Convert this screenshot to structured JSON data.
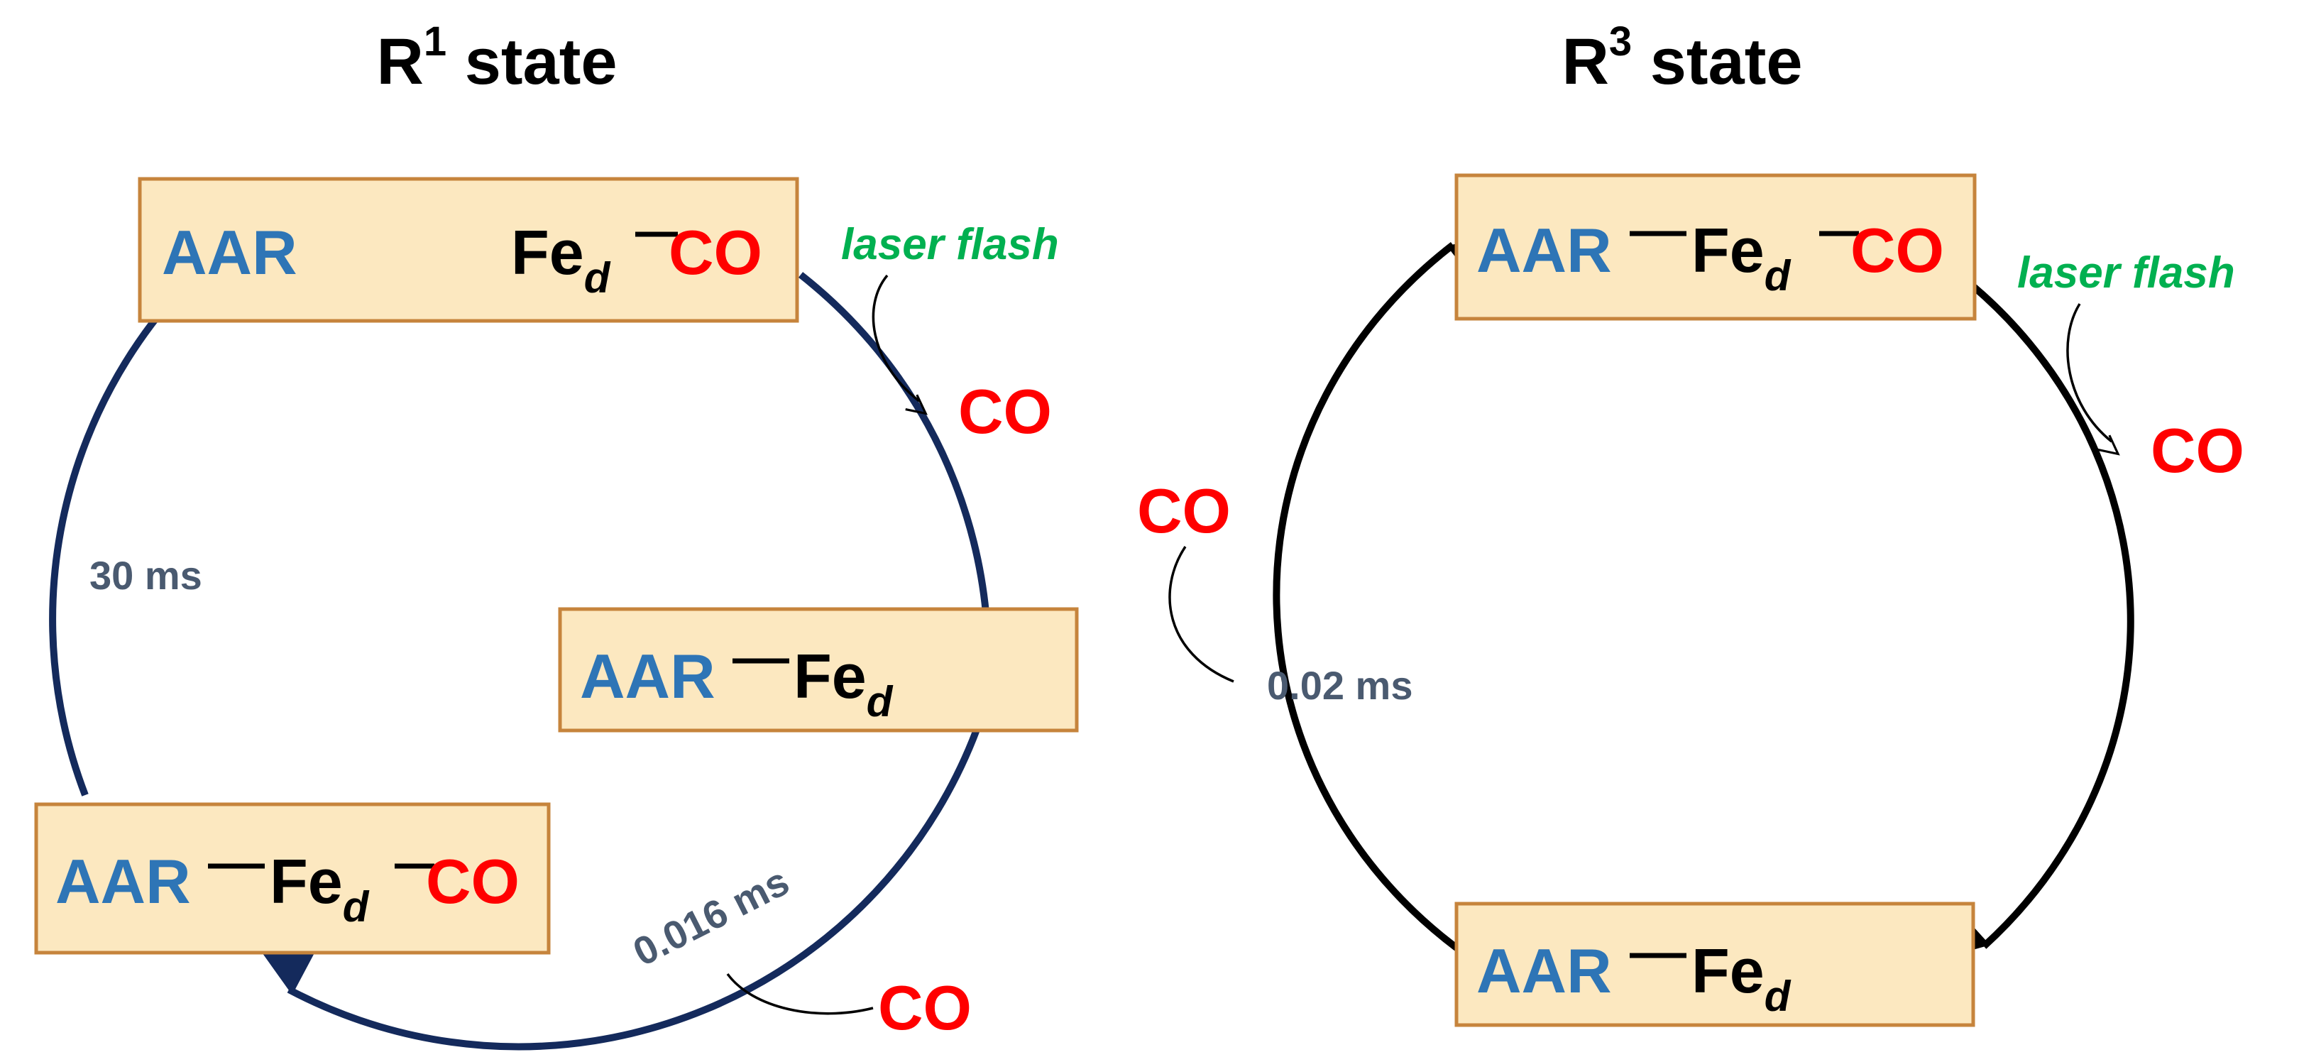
{
  "colors": {
    "aar": "#2e75b6",
    "co": "#ff0000",
    "laser": "#00b050",
    "rate": "#4a5a70",
    "cycle_left": "#142a5c",
    "cycle_right": "#000000",
    "box_fill": "#fce8c0",
    "box_stroke": "#c6843c"
  },
  "diagrams": [
    {
      "title_main": "R",
      "title_sup": "1",
      "title_rest": " state",
      "states": [
        {
          "aar": "AAR",
          "fe": "Fe",
          "fe_sub": "d",
          "co": "CO"
        },
        {
          "aar": "AAR",
          "fe": "Fe",
          "fe_sub": "d"
        },
        {
          "aar": "AAR",
          "fe": "Fe",
          "fe_sub": "d",
          "co": "CO"
        }
      ],
      "laser_label": "laser flash",
      "released_co": "CO",
      "bound_co": "CO",
      "rate_binding": "0.016 ms",
      "rate_recovery": "30 ms"
    },
    {
      "title_main": "R",
      "title_sup": "3",
      "title_rest": " state",
      "states": [
        {
          "aar": "AAR",
          "fe": "Fe",
          "fe_sub": "d",
          "co": "CO"
        },
        {
          "aar": "AAR",
          "fe": "Fe",
          "fe_sub": "d"
        }
      ],
      "laser_label": "laser flash",
      "released_co": "CO",
      "bound_co": "CO",
      "rate_binding": "0.02 ms"
    }
  ]
}
